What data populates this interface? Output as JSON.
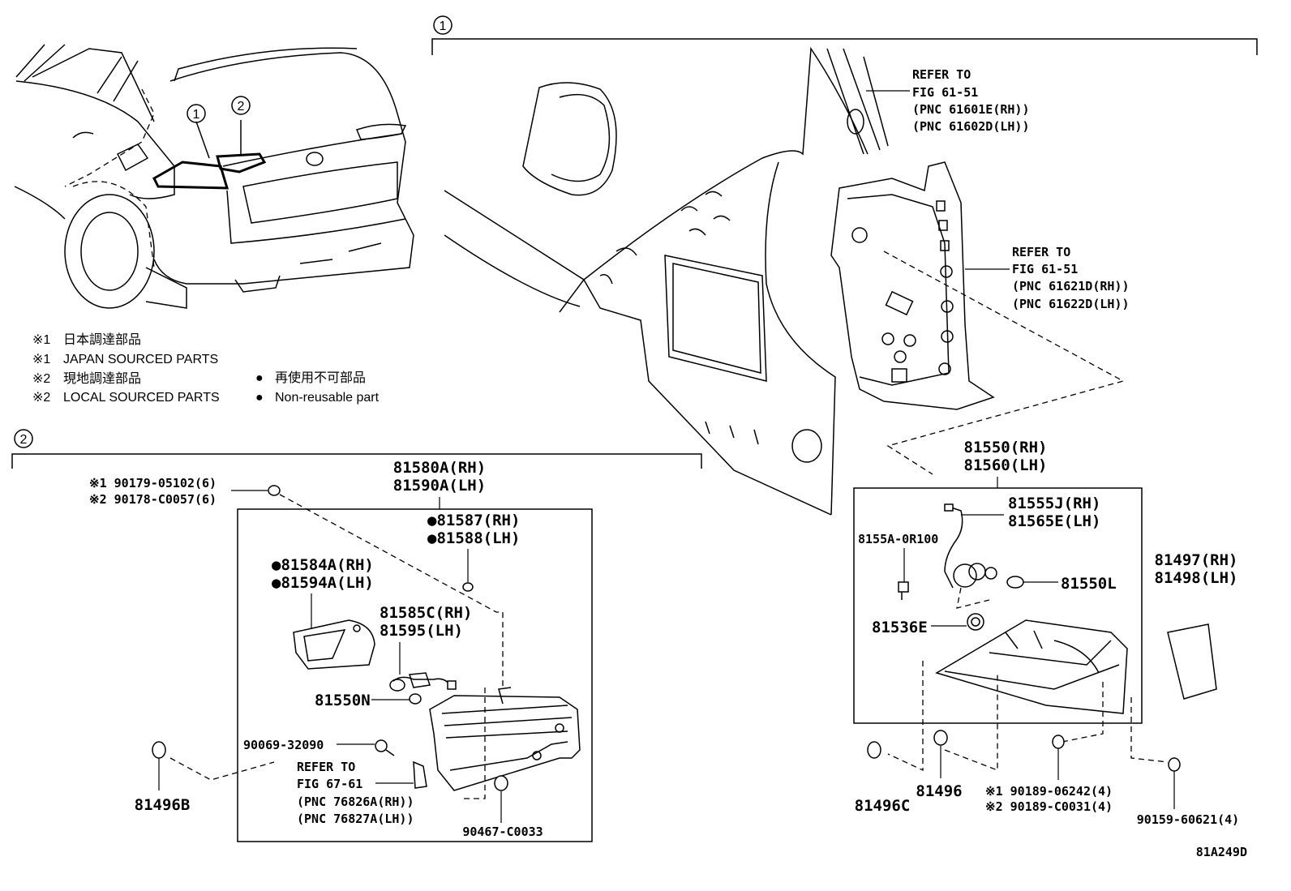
{
  "diagram_code": "81A249D",
  "callouts": {
    "c1": "1",
    "c2": "2"
  },
  "notes": [
    {
      "mark": "※1",
      "text": "日本調達部品"
    },
    {
      "mark": "※1",
      "text": "JAPAN SOURCED PARTS"
    },
    {
      "mark": "※2",
      "text": "現地調達部品"
    },
    {
      "mark": "※2",
      "text": "LOCAL SOURCED PARTS"
    }
  ],
  "legend": [
    {
      "symbol": "●",
      "text": "再使用不可部品"
    },
    {
      "symbol": "●",
      "text": "Non-reusable part"
    }
  ],
  "section1": {
    "refer_quarter": [
      "REFER TO",
      "FIG 61-51",
      "(PNC 61601E(RH))",
      "(PNC 61602D(LH))"
    ],
    "refer_extension": [
      "REFER TO",
      "FIG 61-51",
      "(PNC 61621D(RH))",
      "(PNC 61622D(LH))"
    ],
    "lamp_assy": [
      "81550(RH)",
      "81560(LH)"
    ],
    "socket": [
      "81555J(RH)",
      "81565E(LH)"
    ],
    "screw_8155A": "8155A-0R100",
    "bulb_81550L": "81550L",
    "gasket_81536E": "81536E",
    "reflector": [
      "81497(RH)",
      "81498(LH)"
    ],
    "nut_81496C": "81496C",
    "nut_81496": "81496",
    "screw_90189": [
      "※1 90189-06242(4)",
      "※2 90189-C0031(4)"
    ],
    "screw_90159": "90159-60621(4)"
  },
  "section2": {
    "screw_top": [
      "※1 90179-05102(6)",
      "※2 90178-C0057(6)"
    ],
    "lamp_assy": [
      "81580A(RH)",
      "81590A(LH)"
    ],
    "part_81587": [
      "●81587(RH)",
      "●81588(LH)"
    ],
    "part_81584": [
      "●81584A(RH)",
      "●81594A(LH)"
    ],
    "socket": [
      "81585C(RH)",
      "81595(LH)"
    ],
    "bulb_81550N": "81550N",
    "screw_90069": "90069-32090",
    "refer_bracket": [
      "REFER TO",
      "FIG 67-61",
      "(PNC 76826A(RH))",
      "(PNC 76827A(LH))"
    ],
    "nut_81496B": "81496B",
    "clip_90467": "90467-C0033"
  }
}
